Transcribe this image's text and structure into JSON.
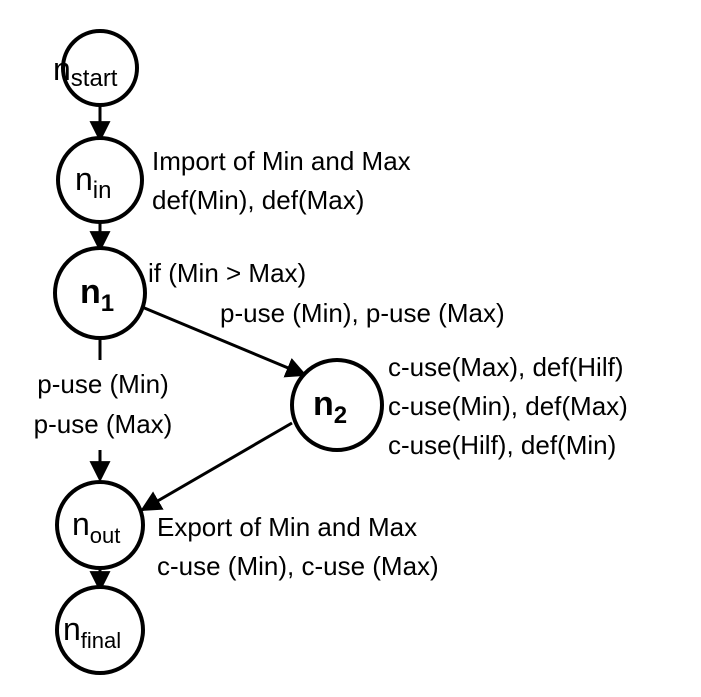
{
  "nodes": {
    "start": {
      "main": "n",
      "sub": "start"
    },
    "in": {
      "main": "n",
      "sub": "in"
    },
    "n1": {
      "main": "n",
      "sub": "1"
    },
    "n2": {
      "main": "n",
      "sub": "2"
    },
    "out": {
      "main": "n",
      "sub": "out"
    },
    "final": {
      "main": "n",
      "sub": "final"
    }
  },
  "annotations": {
    "in_line1": "Import of Min and Max",
    "in_line2": "def(Min), def(Max)",
    "n1_condition": "if (Min > Max)",
    "edge_n1_n2": "p-use (Min), p-use (Max)",
    "edge_n1_out_line1": "p-use (Min)",
    "edge_n1_out_line2": "p-use (Max)",
    "n2_line1": "c-use(Max), def(Hilf)",
    "n2_line2": "c-use(Min), def(Max)",
    "n2_line3": "c-use(Hilf), def(Min)",
    "out_line1": "Export of Min and Max",
    "out_line2": "c-use (Min), c-use (Max)"
  }
}
